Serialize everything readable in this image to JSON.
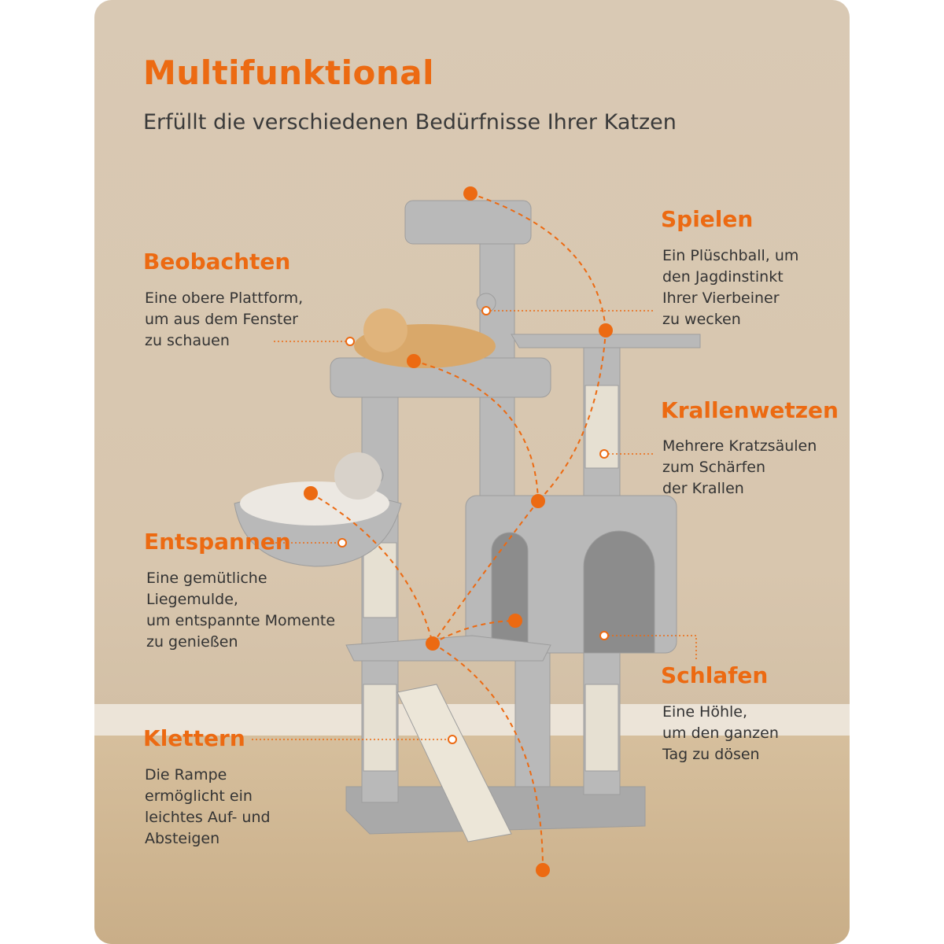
{
  "title": "Multifunktional",
  "subtitle": "Erfüllt die verschiedenen Bedürfnisse Ihrer Katzen",
  "accent": "#ec6a12",
  "features": [
    {
      "heading": "Beobachten",
      "lines": [
        "Eine obere Plattform,",
        "um aus dem Fenster",
        "zu schauen"
      ]
    },
    {
      "heading": "Spielen",
      "lines": [
        "Ein Plüschball, um",
        "den Jagdinstinkt",
        "Ihrer Vierbeiner",
        "zu wecken"
      ]
    },
    {
      "heading": "Krallenwetzen",
      "lines": [
        "Mehrere Kratzsäulen",
        "zum Schärfen",
        "der Krallen"
      ]
    },
    {
      "heading": "Entspannen",
      "lines": [
        "Eine gemütliche",
        "Liegemulde,",
        "um entspannte Momente",
        "zu genießen"
      ]
    },
    {
      "heading": "Schlafen",
      "lines": [
        "Eine Höhle,",
        "um den ganzen",
        "Tag zu dösen"
      ]
    },
    {
      "heading": "Klettern",
      "lines": [
        "Die Rampe",
        "ermöglicht ein",
        "leichtes Auf- und",
        "Absteigen"
      ]
    }
  ]
}
